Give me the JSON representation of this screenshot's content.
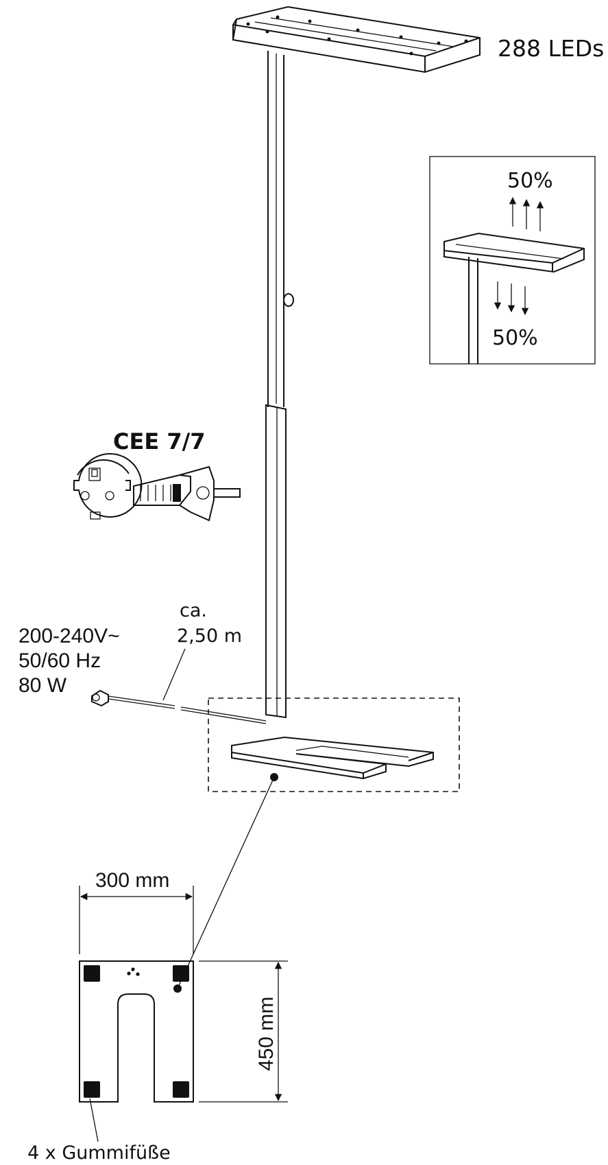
{
  "leds": "288 LEDs",
  "inset": {
    "up_pct": "50%",
    "down_pct": "50%"
  },
  "plug": {
    "standard": "CEE 7/7"
  },
  "power": {
    "line1": "200-240V~",
    "line2": "50/60 Hz",
    "line3": "80 W"
  },
  "cable": {
    "line1": "ca.",
    "line2": "2,50 m"
  },
  "base": {
    "width": "300 mm",
    "depth": "450 mm",
    "feet": "4 x Gummifüße"
  }
}
